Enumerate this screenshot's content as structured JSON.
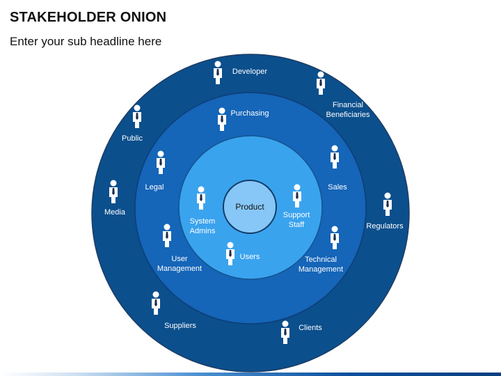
{
  "header": {
    "title": "STAKEHOLDER ONION",
    "subtitle": "Enter your sub headline here"
  },
  "colors": {
    "outer_ring": "#0b4f8c",
    "middle_ring": "#1565b8",
    "inner_ring": "#3aa3ee",
    "core": "#86c7f7",
    "icon": "#ffffff"
  },
  "core": {
    "label": "Product"
  },
  "rings": {
    "inner": [
      {
        "label": [
          "System",
          "Admins"
        ]
      },
      {
        "label": [
          "Support",
          "Staff"
        ]
      },
      {
        "label": [
          "Users"
        ]
      }
    ],
    "middle": [
      {
        "label": [
          "Purchasing"
        ]
      },
      {
        "label": [
          "Legal"
        ]
      },
      {
        "label": [
          "Sales"
        ]
      },
      {
        "label": [
          "User",
          "Management"
        ]
      },
      {
        "label": [
          "Technical",
          "Management"
        ]
      }
    ],
    "outer": [
      {
        "label": [
          "Developer"
        ]
      },
      {
        "label": [
          "Financial",
          "Beneficiaries"
        ]
      },
      {
        "label": [
          "Public"
        ]
      },
      {
        "label": [
          "Media"
        ]
      },
      {
        "label": [
          "Regulators"
        ]
      },
      {
        "label": [
          "Suppliers"
        ]
      },
      {
        "label": [
          "Clients"
        ]
      }
    ]
  }
}
